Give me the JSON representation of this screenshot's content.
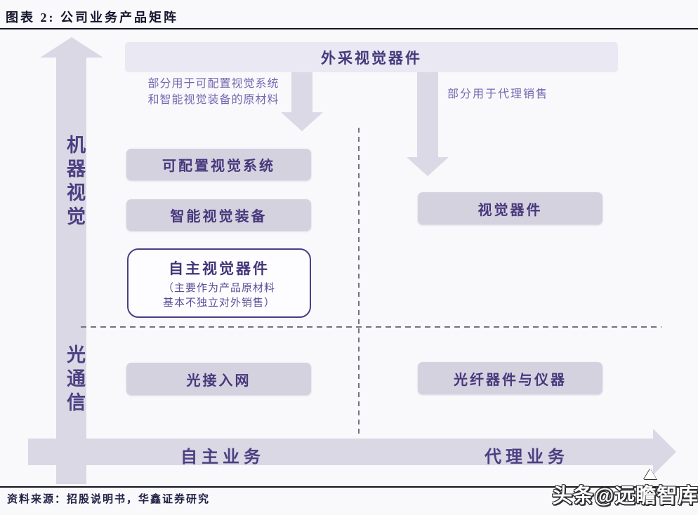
{
  "header": {
    "title": "图表 2: 公司业务产品矩阵"
  },
  "axes": {
    "y_top_label": "机器视觉",
    "y_bottom_label": "光通信",
    "x_left_label": "自主业务",
    "x_right_label": "代理业务"
  },
  "top_box": {
    "label": "外采视觉器件"
  },
  "annotations": {
    "left_line1": "部分用于可配置视觉系统",
    "left_line2": "和智能视觉装备的原材料",
    "right": "部分用于代理销售"
  },
  "boxes": {
    "configurable_vision_system": "可配置视觉系统",
    "intelligent_vision_equipment": "智能视觉装备",
    "vision_devices": "视觉器件",
    "optical_access_network": "光接入网",
    "fiber_devices_instruments": "光纤器件与仪器"
  },
  "special_box": {
    "title": "自主视觉器件",
    "note_line1": "（主要作为产品原材料",
    "note_line2": "基本不独立对外销售）"
  },
  "footer": {
    "source": "资料来源：招股说明书，华鑫证券研究",
    "watermark": "头条@远瞻智库"
  },
  "colors": {
    "background": "#f9f9fc",
    "box_fill": "#d5d2e0",
    "top_box_fill": "#e9e8f3",
    "axis_arrow_fill": "#dad8e4",
    "box_text_purple": "#48387c",
    "annotation_purple": "#7767b0",
    "special_box_border": "#4a3d85",
    "rule_black": "#15151f"
  }
}
